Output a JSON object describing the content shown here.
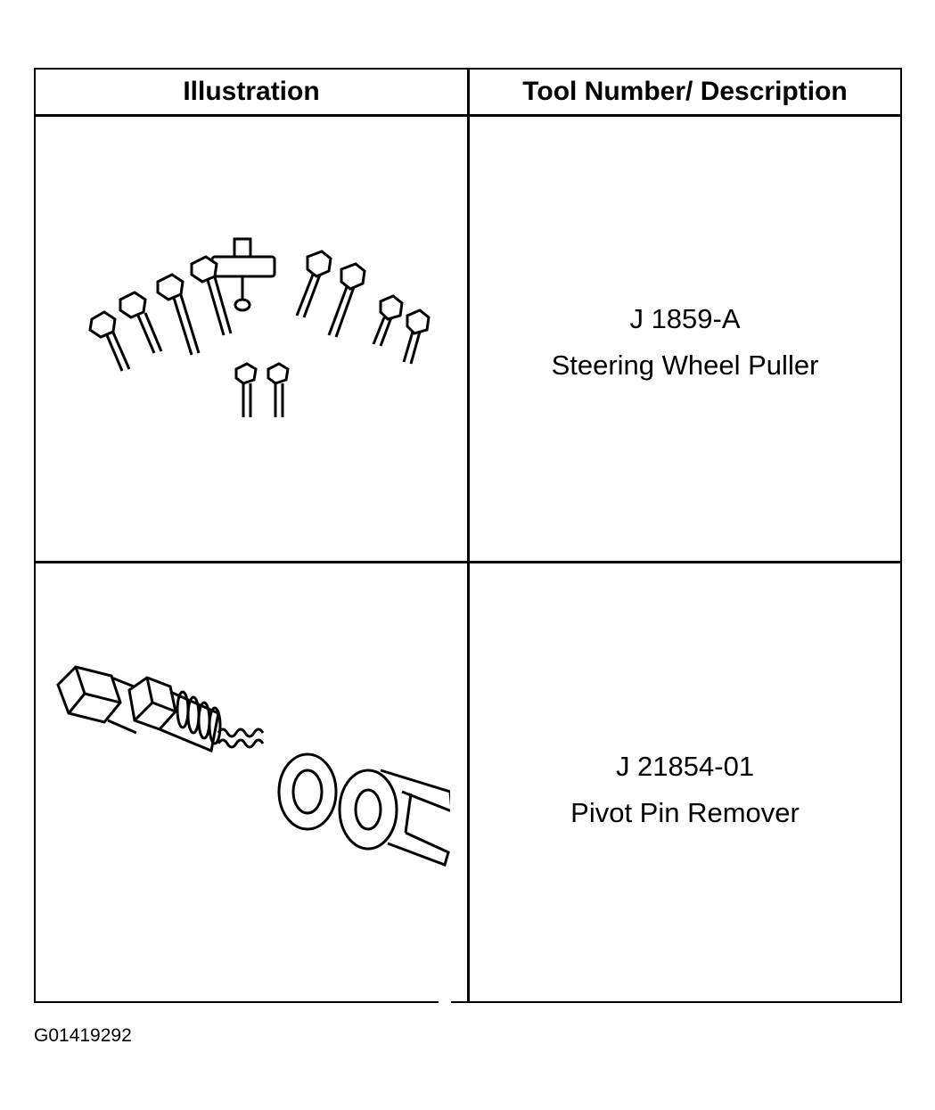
{
  "table": {
    "headers": {
      "illustration": "Illustration",
      "tool": "Tool Number/ Description"
    },
    "rows": [
      {
        "tool_number": "J 1859-A",
        "description": "Steering Wheel Puller",
        "illustration_icon": "steering-wheel-puller-icon"
      },
      {
        "tool_number": "J 21854-01",
        "description": "Pivot Pin Remover",
        "illustration_icon": "pivot-pin-remover-icon"
      }
    ]
  },
  "footer": {
    "figure_id": "G01419292"
  }
}
